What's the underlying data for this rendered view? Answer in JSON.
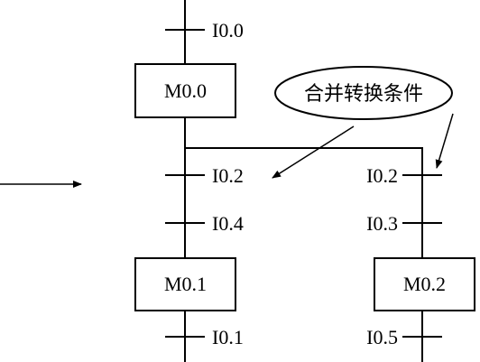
{
  "steps": {
    "m00": "M0.0",
    "m01": "M0.1",
    "m02": "M0.2"
  },
  "transitions": {
    "top": "I0.0",
    "left_1": "I0.2",
    "left_2": "I0.4",
    "right_1": "I0.2",
    "right_2": "I0.3",
    "bottom_left": "I0.1",
    "bottom_right": "I0.5"
  },
  "callout": {
    "text": "合并转换条件"
  }
}
